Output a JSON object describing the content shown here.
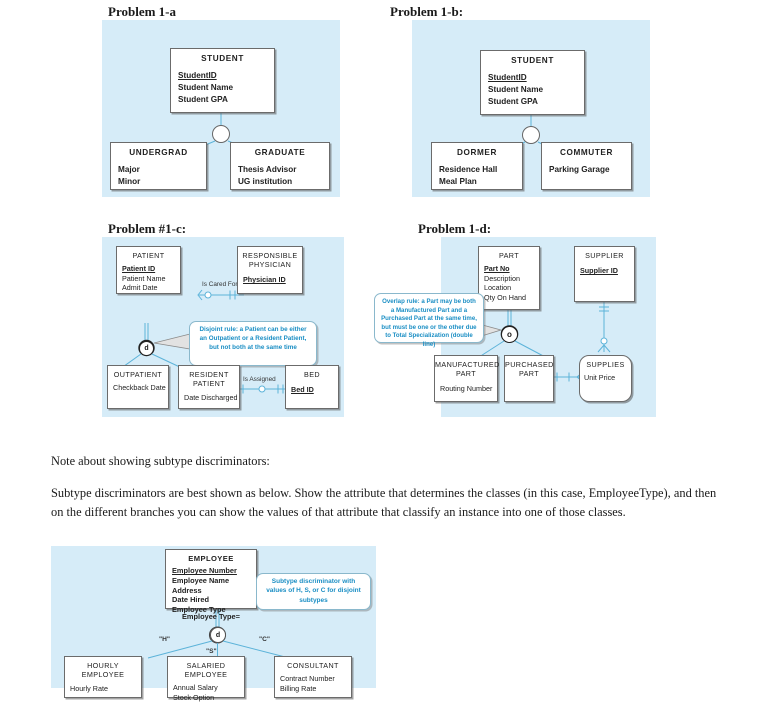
{
  "document": {
    "notes": {
      "heading": "Note about showing subtype discriminators:",
      "body": "Subtype discriminators are best shown as below.  Show the attribute that determines the classes (in this case, EmployeeType), and then on the different branches you can show the values of that attribute that classify an instance into one of those classes."
    },
    "colors": {
      "panel_background": "#d6ecf8",
      "connector": "#5cb3d9",
      "callout_text": "#1a8ec4",
      "entity_border": "#6b6b6b",
      "page_background": "#ffffff"
    }
  },
  "problems": [
    {
      "id": "1-a",
      "title": "Problem 1-a",
      "supertype": {
        "name": "STUDENT",
        "attributes": [
          "StudentID",
          "Student Name",
          "Student GPA"
        ],
        "pk": "StudentID"
      },
      "specialization_symbol": "",
      "subtypes": [
        {
          "name": "UNDERGRAD",
          "attributes": [
            "Major",
            "Minor"
          ]
        },
        {
          "name": "GRADUATE",
          "attributes": [
            "Thesis Advisor",
            "UG institution"
          ]
        }
      ]
    },
    {
      "id": "1-b",
      "title": "Problem 1-b:",
      "supertype": {
        "name": "STUDENT",
        "attributes": [
          "StudentID",
          "Student Name",
          "Student GPA"
        ],
        "pk": "StudentID"
      },
      "specialization_symbol": "",
      "subtypes": [
        {
          "name": "DORMER",
          "attributes": [
            "Residence Hall",
            "Meal Plan"
          ]
        },
        {
          "name": "COMMUTER",
          "attributes": [
            "Parking Garage"
          ]
        }
      ]
    },
    {
      "id": "1-c",
      "title": "Problem #1-c:",
      "supertype": {
        "name": "PATIENT",
        "attributes": [
          "Patient ID",
          "Patient Name",
          "Admit Date"
        ],
        "pk": "Patient ID"
      },
      "specialization_symbol": "d",
      "related": [
        {
          "name": "RESPONSIBLE PHYSICIAN",
          "attributes": [
            "Physician ID"
          ],
          "pk": "Physician ID"
        },
        {
          "name": "BED",
          "attributes": [
            "Bed ID"
          ],
          "pk": "Bed ID"
        }
      ],
      "relationships": [
        {
          "label": "Is Cared For"
        },
        {
          "label": "Is Assigned"
        }
      ],
      "subtypes": [
        {
          "name": "OUTPATIENT",
          "attributes": [
            "Checkback Date"
          ]
        },
        {
          "name": "RESIDENT PATIENT",
          "attributes": [
            "Date Discharged"
          ]
        }
      ],
      "callout": "Disjoint rule: a Patient can be either an Outpatient or a Resident Patient, but not both at the same time"
    },
    {
      "id": "1-d",
      "title": "Problem 1-d:",
      "supertype": {
        "name": "PART",
        "attributes": [
          "Part No",
          "Description",
          "Location",
          "Qty On Hand"
        ],
        "pk": "Part No"
      },
      "specialization_symbol": "o",
      "related": [
        {
          "name": "SUPPLIER",
          "attributes": [
            "Supplier ID"
          ],
          "pk": "Supplier ID"
        },
        {
          "name": "SUPPLIES",
          "attributes": [
            "Unit Price"
          ]
        }
      ],
      "subtypes": [
        {
          "name": "MANUFACTURED PART",
          "attributes": [
            "Routing Number"
          ]
        },
        {
          "name": "PURCHASED PART",
          "attributes": []
        }
      ],
      "callout": "Overlap rule: a Part may be both a Manufactured Part and a Purchased Part at the same time, but must be one or the other due to Total Specialization (double line)"
    }
  ],
  "discriminator_example": {
    "supertype": {
      "name": "EMPLOYEE",
      "attributes": [
        "Employee Number",
        "Employee Name",
        "Address",
        "Date Hired",
        "Employee Type"
      ],
      "pk": "Employee Number"
    },
    "specialization_symbol": "d",
    "discriminator_label": "Employee Type=",
    "branch_values": [
      "\"H\"",
      "\"S\"",
      "\"C\""
    ],
    "callout": "Subtype discriminator with values of H, S, or C for disjoint subtypes",
    "subtypes": [
      {
        "name": "HOURLY EMPLOYEE",
        "attributes": [
          "Hourly Rate"
        ]
      },
      {
        "name": "SALARIED EMPLOYEE",
        "attributes": [
          "Annual Salary",
          "Stock Option"
        ]
      },
      {
        "name": "CONSULTANT",
        "attributes": [
          "Contract Number",
          "Billing Rate"
        ]
      }
    ]
  }
}
